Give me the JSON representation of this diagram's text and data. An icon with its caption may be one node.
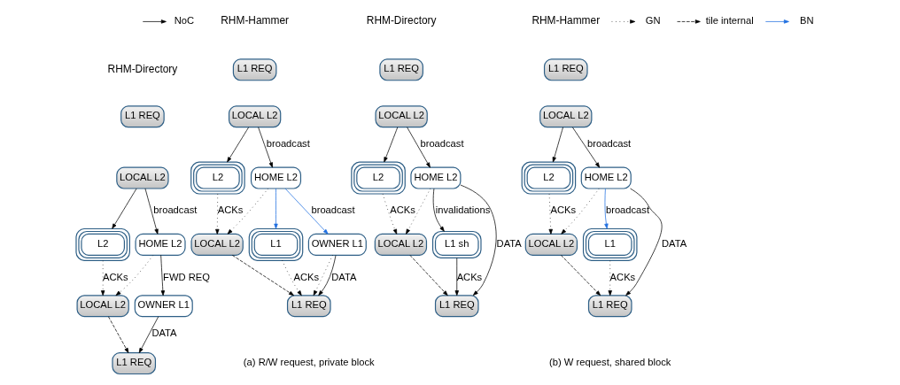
{
  "diagram": {
    "nodes": [
      {
        "text": [
          "L1 REQ"
        ]
      },
      {
        "text": [
          "LOCAL L2"
        ]
      },
      {
        "text": [
          "L2"
        ]
      },
      {
        "text": [
          "HOME L2"
        ]
      },
      {
        "text": [
          "LOCAL L2"
        ]
      },
      {
        "text": [
          "OWNER L1"
        ]
      },
      {
        "text": [
          "L1 REQ"
        ]
      },
      {
        "text": [
          "L1 REQ"
        ]
      },
      {
        "text": [
          "LOCAL L2"
        ]
      },
      {
        "text": [
          "L2"
        ]
      },
      {
        "text": [
          "HOME L2"
        ]
      },
      {
        "text": [
          "LOCAL L2"
        ]
      },
      {
        "text": [
          "L1"
        ]
      },
      {
        "text": [
          "OWNER L1"
        ]
      },
      {
        "text": [
          "L1 REQ"
        ]
      },
      {
        "text": [
          "L1 REQ"
        ]
      },
      {
        "text": [
          "LOCAL L2"
        ]
      },
      {
        "text": [
          "L2"
        ]
      },
      {
        "text": [
          "HOME L2"
        ]
      },
      {
        "text": [
          "LOCAL L2"
        ]
      },
      {
        "text": [
          "L1 sh"
        ]
      },
      {
        "text": [
          "L1 REQ"
        ]
      },
      {
        "text": [
          "L1 REQ"
        ]
      },
      {
        "text": [
          "LOCAL L2"
        ]
      },
      {
        "text": [
          "L2"
        ]
      },
      {
        "text": [
          "HOME L2"
        ]
      },
      {
        "text": [
          "LOCAL L2"
        ]
      },
      {
        "text": [
          "L1"
        ]
      },
      {
        "text": [
          "L1 REQ"
        ]
      }
    ],
    "edges": [
      {
        "from": 1,
        "to": 2,
        "arrow": "to"
      },
      {
        "from": 1,
        "to": 3,
        "arrow": "to",
        "label": "broadcast"
      },
      {
        "from": 2,
        "to": 4,
        "arrow": "to",
        "style": "dashed",
        "label": "ACKs"
      },
      {
        "from": 3,
        "to": 4,
        "arrow": "to",
        "style": "dashed"
      },
      {
        "from": 3,
        "to": 5,
        "arrow": "to",
        "label": "FWD REQ"
      },
      {
        "from": 4,
        "to": 6,
        "arrow": "to",
        "style": "dashed"
      },
      {
        "from": 5,
        "to": 6,
        "arrow": "to",
        "label": "DATA"
      },
      {
        "from": 8,
        "to": 9,
        "arrow": "to"
      },
      {
        "from": 8,
        "to": 10,
        "arrow": "to",
        "label": "broadcast"
      },
      {
        "from": 9,
        "to": 11,
        "arrow": "to",
        "style": "dashed",
        "label": "ACKs"
      },
      {
        "from": 10,
        "to": 11,
        "arrow": "to",
        "style": "dashed"
      },
      {
        "from": 10,
        "to": 12,
        "arrow": "to",
        "color": "#1f6fe0"
      },
      {
        "from": 10,
        "to": 13,
        "arrow": "to",
        "color": "#1f6fe0",
        "label": "broadcast"
      },
      {
        "from": 11,
        "to": 14,
        "arrow": "to",
        "style": "dashed"
      },
      {
        "from": 12,
        "to": 14,
        "arrow": "to",
        "style": "dashed",
        "label": "ACKs"
      },
      {
        "from": 13,
        "to": 14,
        "arrow": "to",
        "style": "dashed"
      },
      {
        "from": 13,
        "to": 14,
        "arrow": "to",
        "label": "DATA"
      },
      {
        "from": 16,
        "to": 17,
        "arrow": "to"
      },
      {
        "from": 16,
        "to": 18,
        "arrow": "to",
        "label": "broadcast"
      },
      {
        "from": 17,
        "to": 19,
        "arrow": "to",
        "style": "dashed",
        "label": "ACKs"
      },
      {
        "from": 18,
        "to": 19,
        "arrow": "to",
        "style": "dashed"
      },
      {
        "from": 18,
        "to": 20,
        "arrow": "to",
        "label": "invalidations"
      },
      {
        "from": 18,
        "to": 21,
        "arrow": "to",
        "label": "DATA"
      },
      {
        "from": 19,
        "to": 21,
        "arrow": "to",
        "style": "dashed"
      },
      {
        "from": 20,
        "to": 21,
        "arrow": "to",
        "label": "ACKs"
      },
      {
        "from": 23,
        "to": 24,
        "arrow": "to"
      },
      {
        "from": 23,
        "to": 25,
        "arrow": "to",
        "label": "broadcast"
      },
      {
        "from": 24,
        "to": 26,
        "arrow": "to",
        "style": "dashed",
        "label": "ACKs"
      },
      {
        "from": 25,
        "to": 26,
        "arrow": "to",
        "style": "dashed"
      },
      {
        "from": 25,
        "to": 27,
        "arrow": "to",
        "color": "#1f6fe0",
        "label": "broadcast"
      },
      {
        "from": 25,
        "to": 28,
        "arrow": "to",
        "label": "DATA"
      },
      {
        "from": 26,
        "to": 28,
        "arrow": "to",
        "style": "dashed"
      },
      {
        "from": 27,
        "to": 28,
        "arrow": "to",
        "style": "dashed",
        "label": "ACKs"
      }
    ],
    "labels": [
      "RHM-Directory",
      "RHM-Hammer",
      "RHM-Directory",
      "RHM-Hammer",
      "(a) R/W request, private block",
      "(b) W request, shared block"
    ],
    "legend": [
      {
        "text": "NoC"
      },
      {
        "text": "GN"
      },
      {
        "text": "tile internal"
      },
      {
        "text": "BN"
      }
    ]
  }
}
